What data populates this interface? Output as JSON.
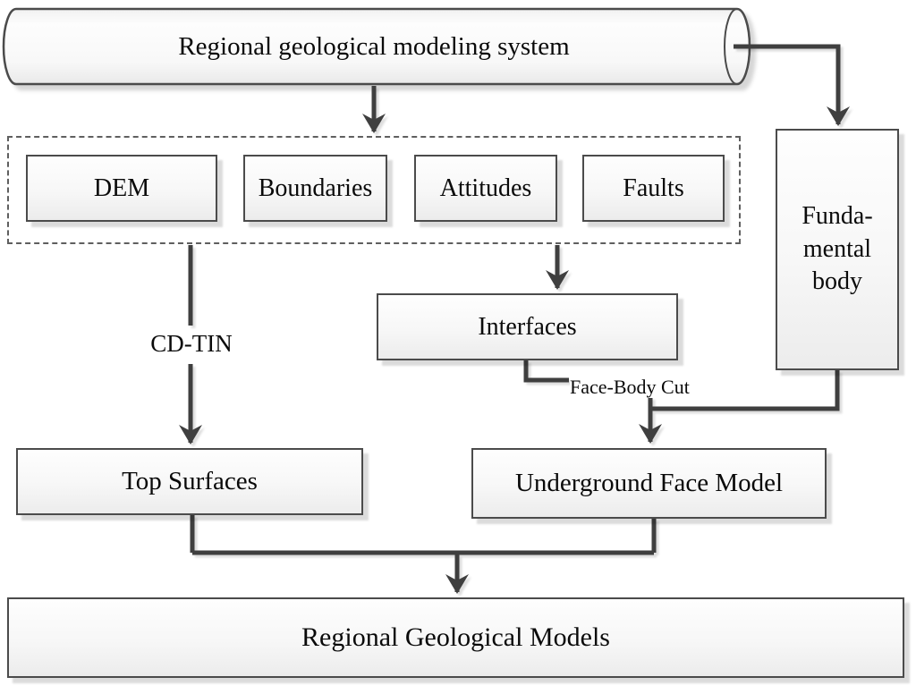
{
  "meta": {
    "diagram_type": "flowchart",
    "background_color": "#ffffff",
    "line_color": "#3f3f3f",
    "box_border_color": "#4b4b4b",
    "box_fill_top": "#fefefe",
    "box_fill_bottom": "#ececec",
    "dashed_border_color": "#5f5f5f"
  },
  "nodes": {
    "system": {
      "label": "Regional geological modeling system",
      "shape": "cylinder"
    },
    "dem": {
      "label": "DEM"
    },
    "boundaries": {
      "label": "Boundaries"
    },
    "attitudes": {
      "label": "Attitudes"
    },
    "faults": {
      "label": "Faults"
    },
    "fundamental": {
      "lines": [
        "Funda-",
        "mental",
        "body"
      ]
    },
    "interfaces": {
      "label": "Interfaces"
    },
    "top_surfaces": {
      "label": "Top Surfaces"
    },
    "underground_face_model": {
      "label": "Underground Face Model"
    },
    "regional_geological_models": {
      "label": "Regional Geological Models"
    }
  },
  "edge_labels": {
    "cd_tin": "CD-TIN",
    "face_body_cut": "Face-Body Cut"
  }
}
